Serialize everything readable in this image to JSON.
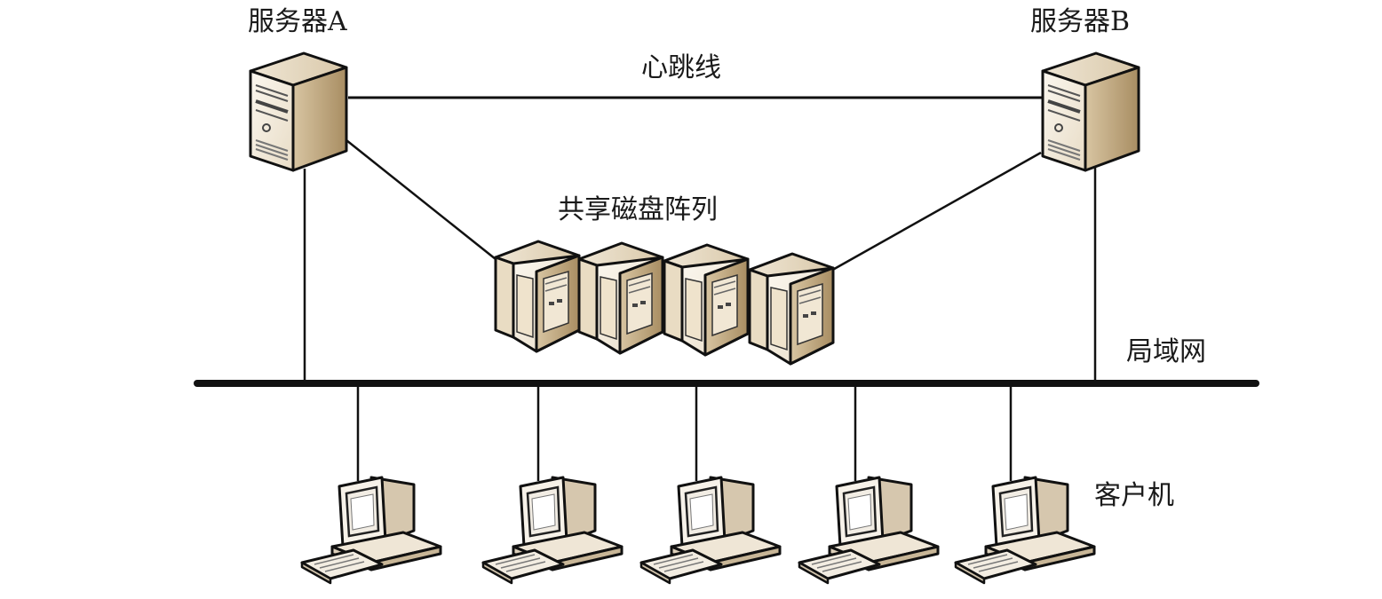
{
  "labels": {
    "server_a": "服务器A",
    "server_b": "服务器B",
    "heartbeat": "心跳线",
    "disk_array": "共享磁盘阵列",
    "lan": "局域网",
    "clients": "客户机"
  },
  "colors": {
    "line": "#111111",
    "case_front": "#f3ece0",
    "case_side": "#c9b48f",
    "case_top": "#e6dac4",
    "outline": "#111111"
  },
  "icons": {
    "server": "tower-server-icon",
    "storage": "storage-unit-icon",
    "client": "desktop-computer-icon"
  },
  "counts": {
    "storage_units": 4,
    "client_computers": 5
  }
}
